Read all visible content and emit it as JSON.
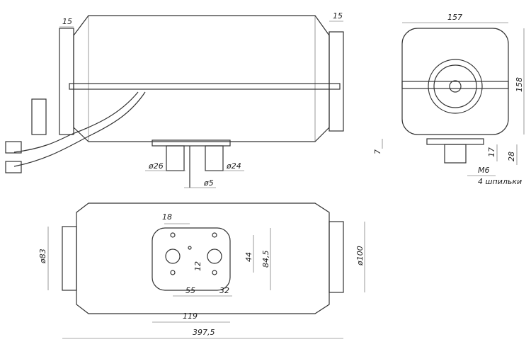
{
  "side_view": {
    "dim_left_flange": "15",
    "dim_right_flange": "15",
    "dim_d26": "ø26",
    "dim_d24": "ø24",
    "dim_d5": "ø5"
  },
  "end_view": {
    "dim_width": "157",
    "dim_height": "158",
    "dim_7": "7",
    "dim_17": "17",
    "dim_28": "28",
    "dim_thread": "M6",
    "note_studs": "4 шпильки"
  },
  "bottom_view": {
    "dim_18": "18",
    "dim_d83": "ø83",
    "dim_12": "12",
    "dim_44": "44",
    "dim_84_5": "84,5",
    "dim_d100": "ø100",
    "dim_55": "55",
    "dim_32": "32",
    "dim_119": "119",
    "dim_total": "397,5"
  }
}
